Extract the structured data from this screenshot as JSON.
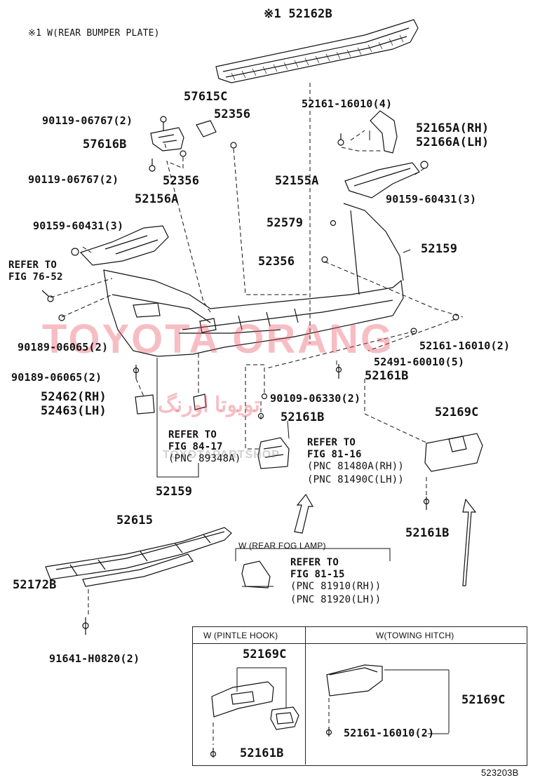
{
  "header": {
    "note_mark": "※1",
    "note_text": "※1 W(REAR BUMPER PLATE)"
  },
  "labels": {
    "p52162B": "※1 52162B",
    "p57615C": "57615C",
    "p52356a": "52356",
    "p90119a": "90119-06767(2)",
    "p57616B": "57616B",
    "p90119b": "90119-06767(2)",
    "p52356b": "52356",
    "p52156A": "52156A",
    "p90159a": "90159-60431(3)",
    "refer1a": "REFER TO",
    "refer1b": "FIG 76-52",
    "p52161_16010a": "52161-16010(4)",
    "p52165A": "52165A(RH)",
    "p52166A": "52166A(LH)",
    "p52155A": "52155A",
    "p90159b": "90159-60431(3)",
    "p52579": "52579",
    "p52159a": "52159",
    "p52356c": "52356",
    "p90189a": "90189-06065(2)",
    "p52161_16010b": "52161-16010(2)",
    "p52491": "52491-60010(5)",
    "p90189b": "90189-06065(2)",
    "p52161Ba": "52161B",
    "p52462": "52462(RH)",
    "p52463": "52463(LH)",
    "p90109": "90109-06330(2)",
    "p52161Bb": "52161B",
    "refer2a": "REFER TO",
    "refer2b": "FIG 84-17",
    "refer2c": "(PNC 89348A)",
    "refer3a": "REFER TO",
    "refer3b": "FIG 81-16",
    "refer3c": "(PNC 81480A(RH))",
    "refer3d": "(PNC 81490C(LH))",
    "p52169Ca": "52169C",
    "p52159b": "52159",
    "p52161Bc": "52161B",
    "p52615": "52615",
    "p52172B": "52172B",
    "foglamp_title": "W (REAR FOG LAMP)",
    "refer4a": "REFER TO",
    "refer4b": "FIG 81-15",
    "refer4c": "(PNC 81910(RH))",
    "refer4d": "(PNC 81920(LH))",
    "p91641": "91641-H0820(2)",
    "pintle_title": "W (PINTLE HOOK)",
    "towing_title": "W(TOWING HITCH)",
    "p52169Cb": "52169C",
    "p52169Cc": "52169C",
    "p52161Bd": "52161B",
    "p52161_16010c": "52161-16010(2)",
    "figure_id": "523203B"
  },
  "watermark": {
    "main": "TOYOTA ORANG",
    "persian": "تویوتا اورنگ",
    "sub": "TOYOTAPARTSHOP",
    "color": "#e85460"
  },
  "colors": {
    "line": "#111111",
    "watermark": "#e85460"
  }
}
